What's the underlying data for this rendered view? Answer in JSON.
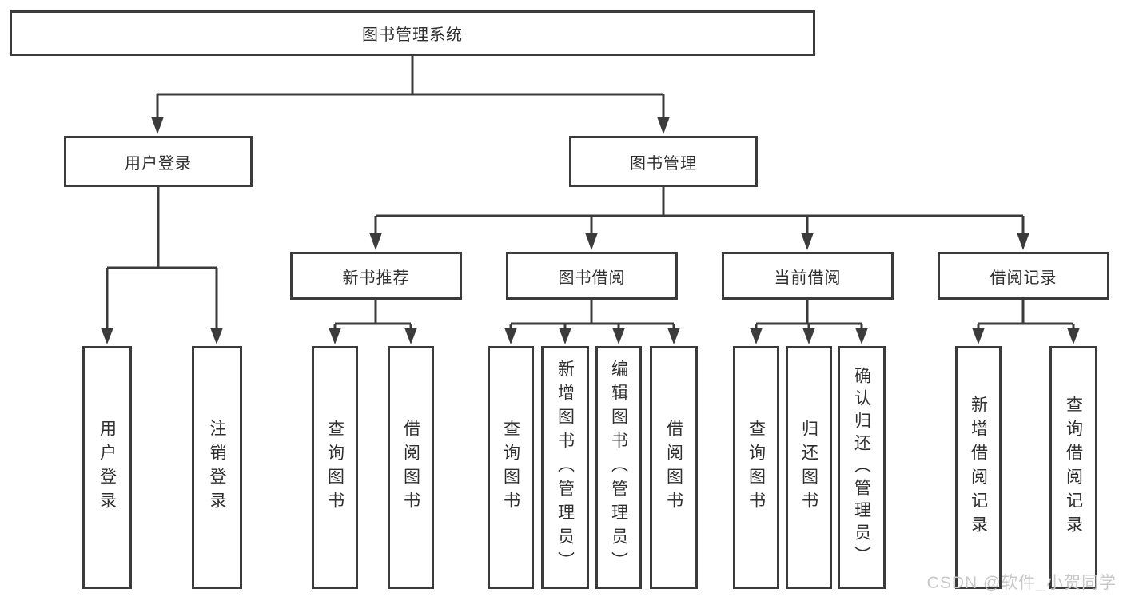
{
  "diagram": {
    "root": {
      "label": "图书管理系统"
    },
    "level2": [
      {
        "label": "用户登录",
        "children": [
          {
            "label": "用户登录"
          },
          {
            "label": "注销登录"
          }
        ]
      },
      {
        "label": "图书管理",
        "children": [
          {
            "label": "新书推荐",
            "children": [
              {
                "label": "查询图书"
              },
              {
                "label": "借阅图书"
              }
            ]
          },
          {
            "label": "图书借阅",
            "children": [
              {
                "label": "查询图书"
              },
              {
                "label": "新增图书（管理员）"
              },
              {
                "label": "编辑图书（管理员）"
              },
              {
                "label": "借阅图书"
              }
            ]
          },
          {
            "label": "当前借阅",
            "children": [
              {
                "label": "查询图书"
              },
              {
                "label": "归还图书"
              },
              {
                "label": "确认归还（管理员）"
              }
            ]
          },
          {
            "label": "借阅记录",
            "children": [
              {
                "label": "新增借阅记录"
              },
              {
                "label": "查询借阅记录"
              }
            ]
          }
        ]
      }
    ]
  },
  "watermark": {
    "text": "CSDN @软件_小贺同学"
  },
  "colors": {
    "line": "#3b3b3b",
    "text": "#2f2f2f",
    "background": "#ffffff",
    "watermark": "#c8c8c8"
  }
}
